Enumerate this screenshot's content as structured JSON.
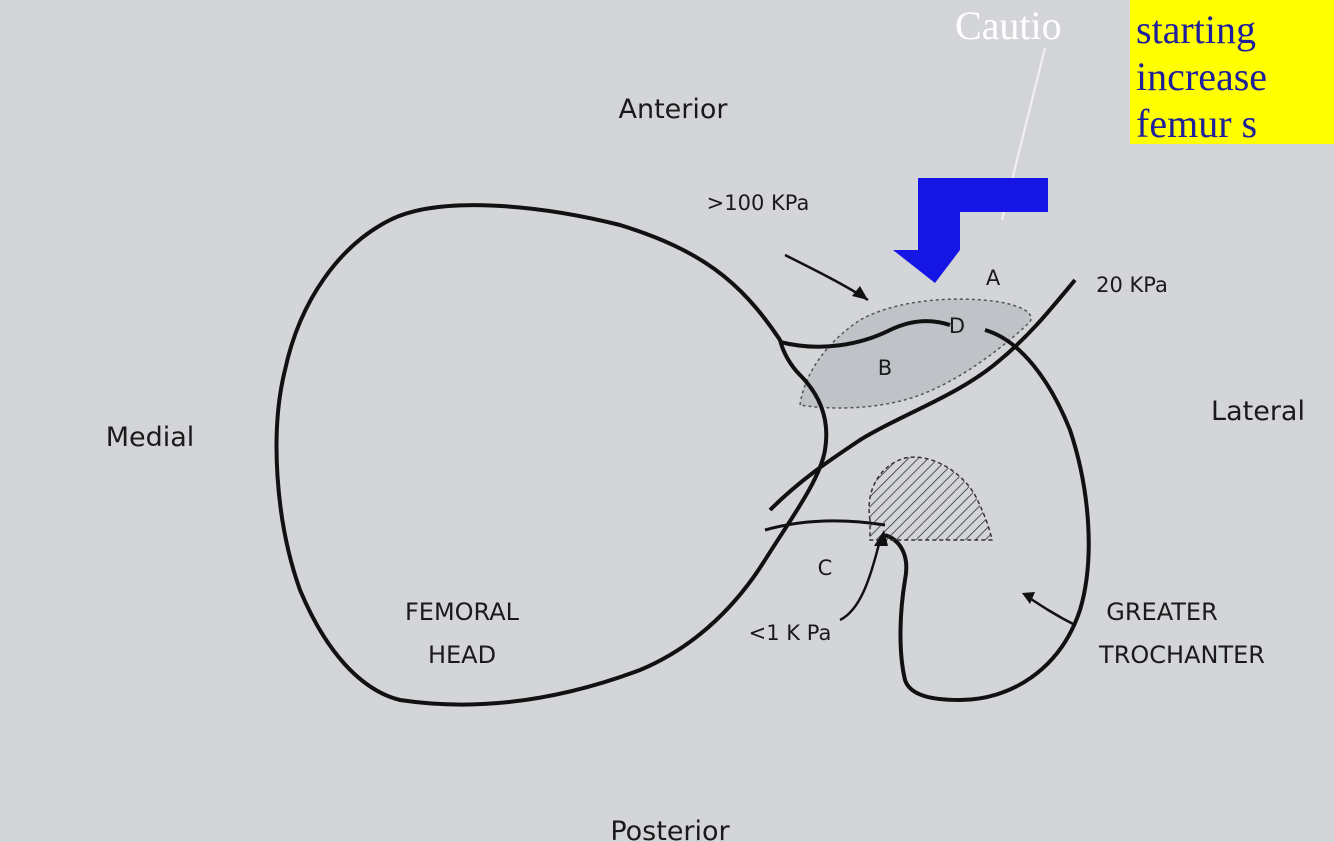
{
  "directions": {
    "anterior": "Anterior",
    "posterior": "Posterior",
    "medial": "Medial",
    "lateral": "Lateral"
  },
  "pressures": {
    "high": ">100 KPa",
    "mid": "20 KPa",
    "low": "<1 K Pa"
  },
  "regions": {
    "a": "A",
    "b": "B",
    "c": "C",
    "d": "D"
  },
  "femoral_head": [
    "FEMORAL",
    "HEAD"
  ],
  "greater_trochanter": [
    "GREATER",
    "TROCHANTER"
  ],
  "caution_text": "Cautio",
  "callout_lines": [
    "starting",
    "increase",
    "femur s"
  ],
  "colors": {
    "arrow": "#1515e6",
    "callout_bg": "#ffff00",
    "callout_text": "#1f1f9c",
    "background": "#d3d5d8",
    "shading": "#bfc3c8"
  }
}
